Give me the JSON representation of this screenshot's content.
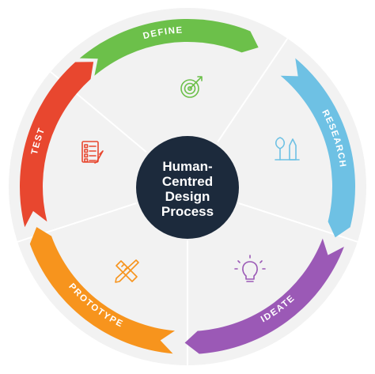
{
  "diagram": {
    "center": {
      "lines": [
        "Human-",
        "Centred",
        "Design",
        "Process"
      ],
      "color": "#1c2a3c"
    },
    "stages": [
      {
        "label": "DEFINE",
        "color": "#6cc04a",
        "icon": "target-icon"
      },
      {
        "label": "RESEARCH",
        "color": "#6ec1e4",
        "icon": "plant-growth-icon"
      },
      {
        "label": "IDEATE",
        "color": "#9b59b6",
        "icon": "lightbulb-icon"
      },
      {
        "label": "PROTOTYPE",
        "color": "#f7941d",
        "icon": "pencil-ruler-icon"
      },
      {
        "label": "TEST",
        "color": "#e8472f",
        "icon": "checklist-icon"
      }
    ],
    "disc_color": "#f2f2f2"
  }
}
